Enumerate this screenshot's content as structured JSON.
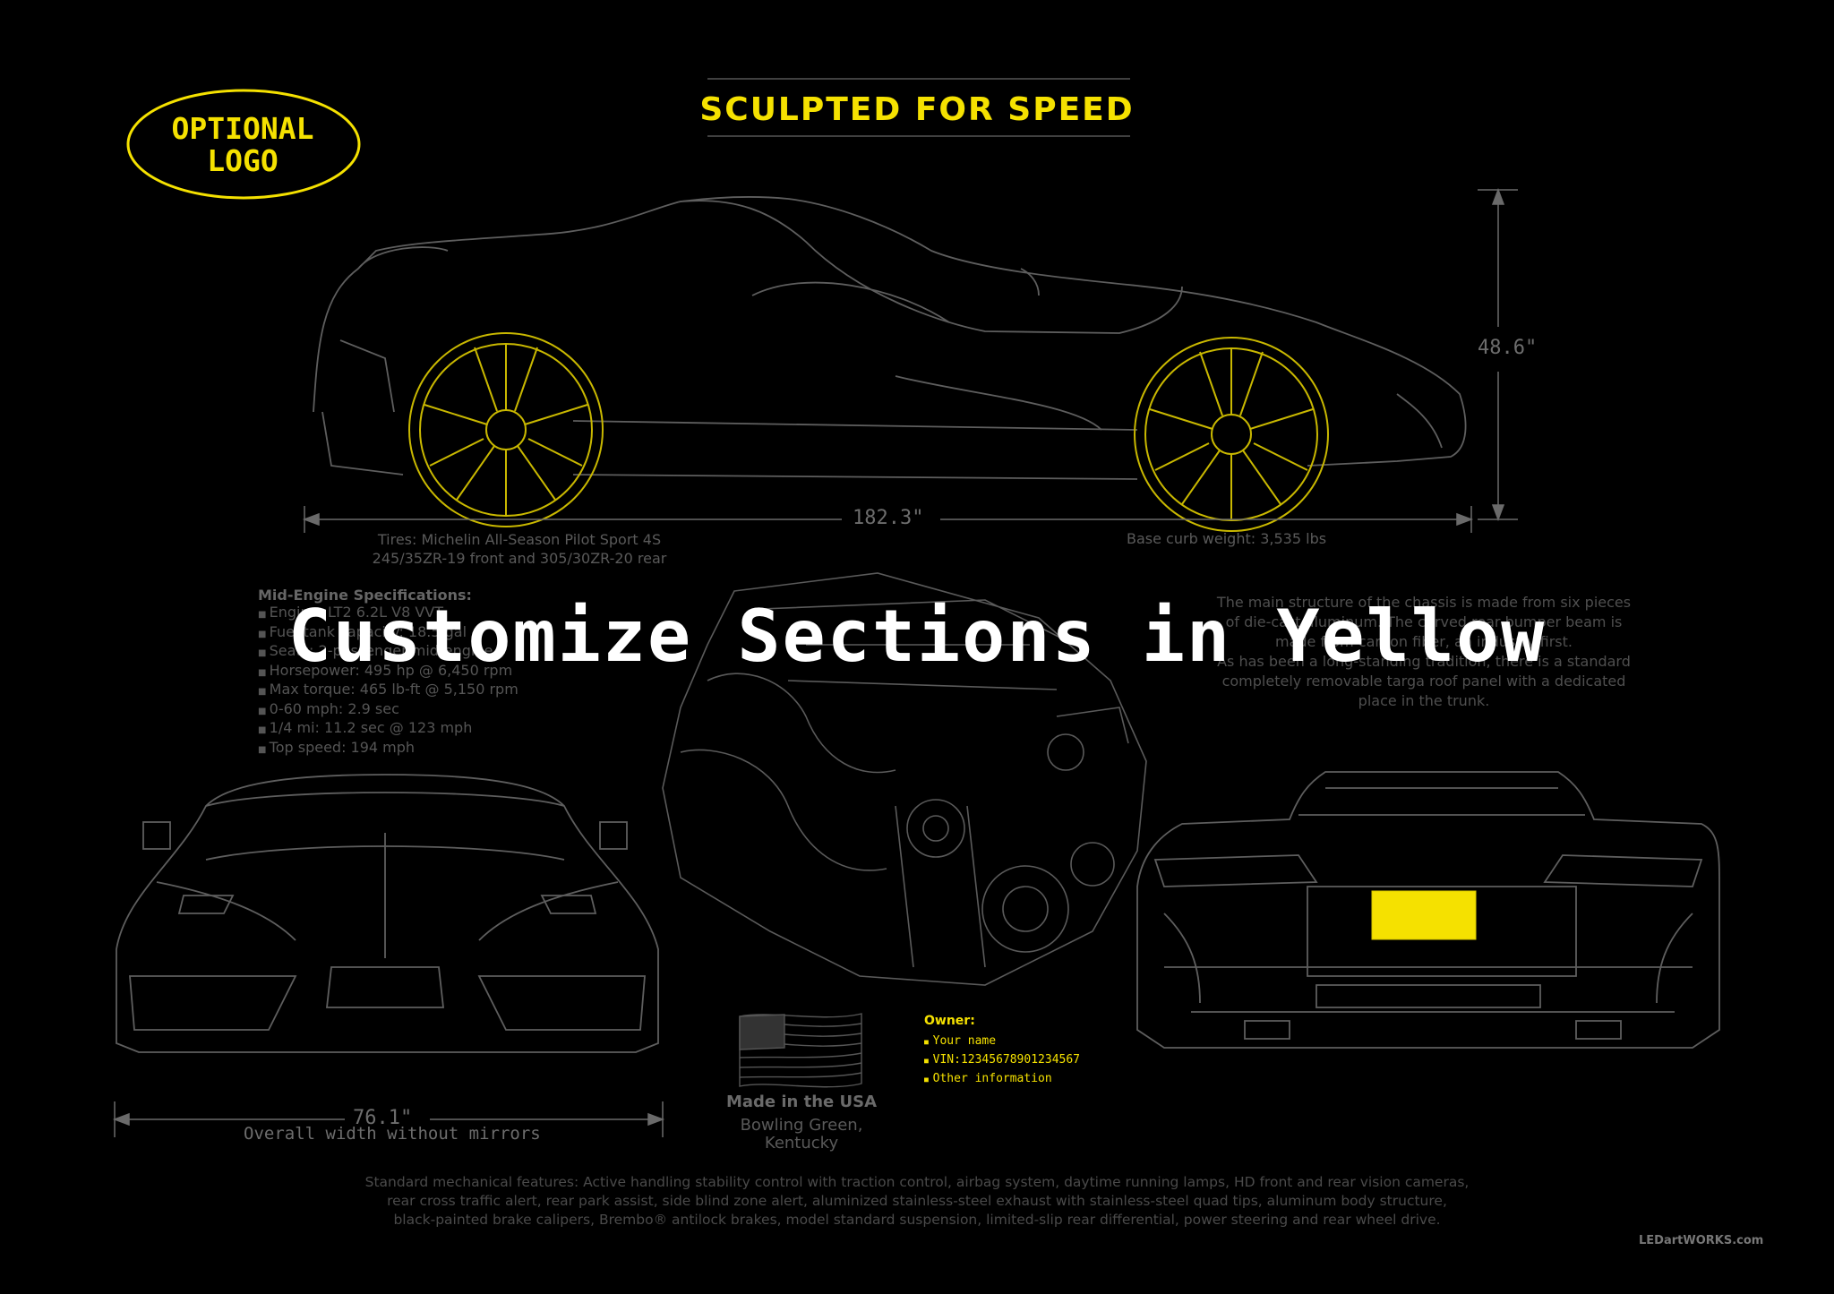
{
  "title": "SCULPTED FOR SPEED",
  "logo": {
    "text_line1": "OPTIONAL",
    "text_line2": "LOGO"
  },
  "dimensions": {
    "length": "182.3\"",
    "height": "48.6\"",
    "width": "76.1\"",
    "width_caption": "Overall width without mirrors"
  },
  "tires": {
    "line1": "Tires: Michelin All-Season Pilot Sport 4S",
    "line2": "245/35ZR-19 front and 305/30ZR-20 rear"
  },
  "curb_weight": "Base curb weight: 3,535 lbs",
  "specs": {
    "title": "Mid-Engine Specifications:",
    "items": [
      "Engine: LT2 6.2L V8 VVT",
      "Fuel tank capacity: 18.5 gal",
      "Seats: 2-passenger mid-engine",
      "Horsepower: 495 hp @ 6,450 rpm",
      "Max torque: 465 lb-ft @ 5,150 rpm",
      "0-60 mph: 2.9 sec",
      "1/4 mi: 11.2 sec @ 123 mph",
      "Top speed: 194 mph"
    ]
  },
  "chassis_text": [
    "The main structure of the chassis is made from six pieces",
    "of die-cast aluminum. The curved rear bumper beam is",
    "made from carbon fiber, an industry first.",
    "As has been a long-standing tradition, there is a standard",
    "completely removable targa roof panel with a dedicated",
    "place in the trunk."
  ],
  "overlay": "Customize Sections in Yellow",
  "owner": {
    "title": "Owner:",
    "items": [
      "Your name",
      "VIN:12345678901234567",
      "Other information"
    ]
  },
  "made_in": {
    "title": "Made in the USA",
    "line1": "Bowling Green,",
    "line2": "Kentucky"
  },
  "footer": [
    "Standard mechanical features: Active handling stability control with traction control, airbag system, daytime running lamps, HD front and rear vision cameras,",
    "rear cross traffic alert, rear park assist, side blind zone alert, aluminized stainless-steel exhaust with stainless-steel quad tips, aluminum body structure,",
    "black-painted brake calipers, Brembo® antilock brakes, model standard suspension, limited-slip rear differential, power steering and rear wheel drive."
  ],
  "brand": "LEDartWORKS.com",
  "colors": {
    "accent": "#f5e100",
    "line": "#6a6a6a",
    "background": "#000000"
  }
}
